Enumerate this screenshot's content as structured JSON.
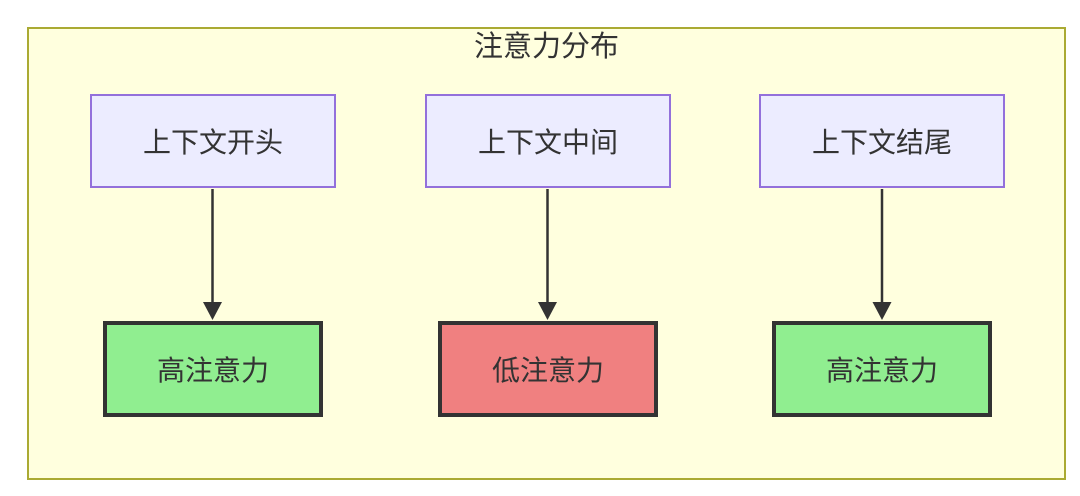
{
  "diagram": {
    "title": "注意力分布",
    "top_nodes": [
      {
        "id": "context-beginning",
        "label": "上下文开头"
      },
      {
        "id": "context-middle",
        "label": "上下文中间"
      },
      {
        "id": "context-end",
        "label": "上下文结尾"
      }
    ],
    "bottom_nodes": [
      {
        "id": "high-attention-left",
        "label": "高注意力",
        "level": "high",
        "fill": "#90ee90"
      },
      {
        "id": "low-attention",
        "label": "低注意力",
        "level": "low",
        "fill": "#f08080"
      },
      {
        "id": "high-attention-right",
        "label": "高注意力",
        "level": "high",
        "fill": "#90ee90"
      }
    ],
    "edges": [
      {
        "from": "上下文开头",
        "to": "高注意力"
      },
      {
        "from": "上下文中间",
        "to": "低注意力"
      },
      {
        "from": "上下文结尾",
        "to": "高注意力"
      }
    ],
    "colors": {
      "cluster_bg": "#ffffde",
      "cluster_border": "#aaaa33",
      "context_node_bg": "#ececff",
      "context_node_border": "#9370db",
      "high_attention_bg": "#90ee90",
      "low_attention_bg": "#f08080",
      "result_border": "#333333",
      "edge_stroke": "#333333",
      "text": "#333333",
      "page_bg": "#ffffff"
    }
  }
}
